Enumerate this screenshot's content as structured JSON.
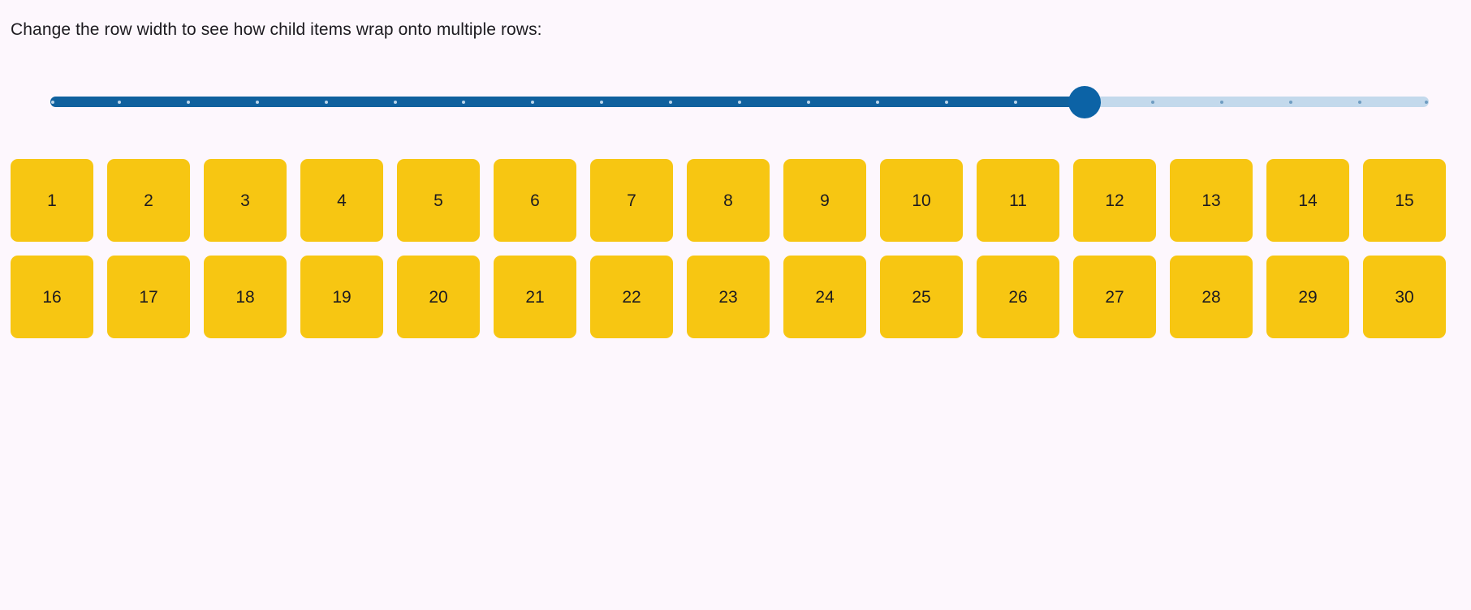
{
  "page": {
    "background_color": "#fdf7fd",
    "instruction": "Change the row width to see how child items wrap onto multiple rows:"
  },
  "slider": {
    "name": "row-width-slider",
    "orientation": "horizontal",
    "min": 0,
    "max": 20,
    "step": 1,
    "value": 15,
    "fill_percent": 75,
    "tick_count": 21,
    "filled_color": "#10619e",
    "remaining_color": "#c3d9ec",
    "thumb_color": "#0c63a6",
    "tick_filled_color": "#b9d4ea",
    "tick_remaining_color": "#6f9dc2"
  },
  "tiles": {
    "color": "#f7c612",
    "text_color": "#1d1b20",
    "per_row": 15,
    "count": 30,
    "labels": [
      "1",
      "2",
      "3",
      "4",
      "5",
      "6",
      "7",
      "8",
      "9",
      "10",
      "11",
      "12",
      "13",
      "14",
      "15",
      "16",
      "17",
      "18",
      "19",
      "20",
      "21",
      "22",
      "23",
      "24",
      "25",
      "26",
      "27",
      "28",
      "29",
      "30"
    ]
  }
}
